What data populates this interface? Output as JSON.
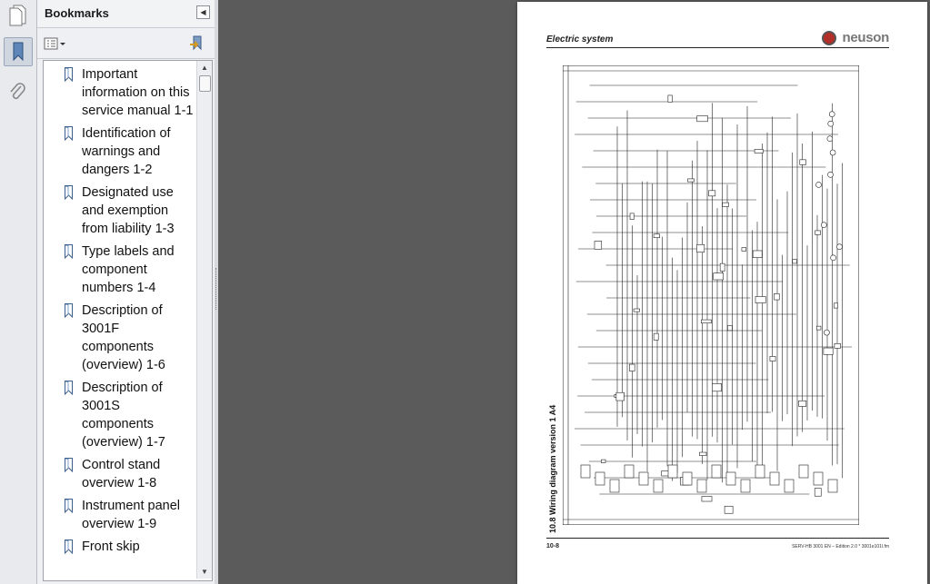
{
  "sidebar": {
    "title": "Bookmarks",
    "bookmarks": [
      {
        "label": "Important information on this service manual 1-1"
      },
      {
        "label": "Identification of warnings and dangers 1-2"
      },
      {
        "label": "Designated use and exemption from liability 1-3"
      },
      {
        "label": "Type labels and component numbers 1-4"
      },
      {
        "label": "Description of 3001F components (overview) 1-6"
      },
      {
        "label": "Description of 3001S components (overview) 1-7"
      },
      {
        "label": "Control stand overview 1-8"
      },
      {
        "label": "Instrument panel overview 1-9"
      },
      {
        "label": "Front skip"
      }
    ]
  },
  "document": {
    "header": "Electric system",
    "brand": "neuson",
    "diagram_title": "10.8   Wiring diagram version 1 A4",
    "page_number": "10-8",
    "footer_ref": "SERV-HB 3001 EN – Edition 2.0 * 3001e101l.fm"
  },
  "colors": {
    "accent": "#b32f2a",
    "panel_bg": "#eef0f3",
    "doc_bg": "#5b5b5b"
  }
}
